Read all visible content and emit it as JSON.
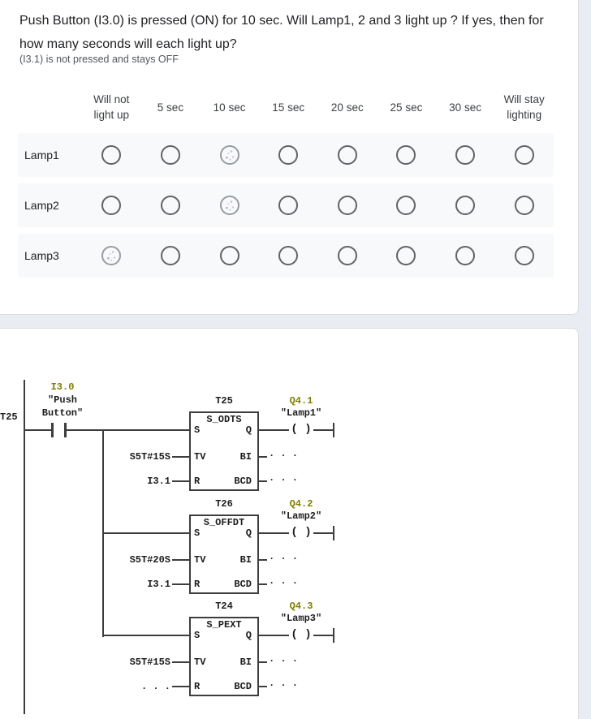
{
  "colors": {
    "page_bg": "#e9edf3",
    "card_bg": "#ffffff",
    "row_stripe": "#f8f9fa",
    "radio_border": "#5f6368",
    "address_text": "#7f7f00",
    "diagram_line": "#3d3d3d"
  },
  "question": {
    "title": "Push Button (I3.0) is pressed (ON) for 10 sec. Will Lamp1, 2 and 3 light up ? If yes, then for how many seconds will each light up?",
    "description": "(I3.1) is not pressed and stays OFF",
    "columns": [
      "Will not light up",
      "5 sec",
      "10 sec",
      "15 sec",
      "20 sec",
      "25 sec",
      "30 sec",
      "Will stay lighting"
    ],
    "rows": [
      {
        "label": "Lamp1",
        "selected_column": 2
      },
      {
        "label": "Lamp2",
        "selected_column": 2
      },
      {
        "label": "Lamp3",
        "selected_column": 0
      }
    ]
  },
  "diagram": {
    "contact": {
      "address": "I3.0",
      "name_line1": "\"Push",
      "name_line2": "Button\""
    },
    "pins": {
      "s": "S",
      "q": "Q",
      "tv": "TV",
      "bi": "BI",
      "r": "R",
      "bcd": "BCD"
    },
    "blocks": [
      {
        "timer": "T25",
        "function": "S_ODTS",
        "tv_value": "S5T#15S",
        "r_value": "I3.1",
        "bi_value": ". . .",
        "bcd_value": ". . .",
        "coil_address": "Q4.1",
        "coil_name": "\"Lamp1\""
      },
      {
        "timer": "T26",
        "function": "S_OFFDT",
        "tv_value": "S5T#20S",
        "r_value": "I3.1",
        "bi_value": ". . .",
        "bcd_value": ". . .",
        "coil_address": "Q4.2",
        "coil_name": "\"Lamp2\""
      },
      {
        "timer": "T24",
        "function": "S_PEXT",
        "tv_value": "S5T#15S",
        "r_value": ". . .",
        "bi_value": ". . .",
        "bcd_value": ". . .",
        "coil_address": "Q4.3",
        "coil_name": "\"Lamp3\""
      }
    ],
    "coil_symbol": "( )"
  }
}
